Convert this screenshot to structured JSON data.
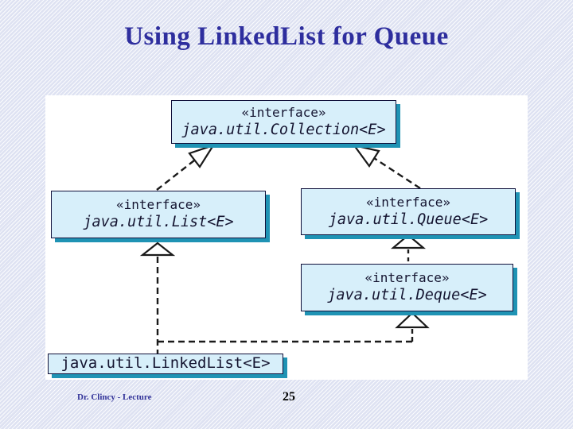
{
  "slide": {
    "title": "Using LinkedList for Queue",
    "footer": {
      "author": "Dr. Clincy - Lecture",
      "page_number": "25"
    }
  },
  "diagram": {
    "type": "uml-class-diagram",
    "nodes": {
      "collection": {
        "stereotype": "«interface»",
        "name": "java.util.Collection<E>"
      },
      "list": {
        "stereotype": "«interface»",
        "name": "java.util.List<E>"
      },
      "queue": {
        "stereotype": "«interface»",
        "name": "java.util.Queue<E>"
      },
      "deque": {
        "stereotype": "«interface»",
        "name": "java.util.Deque<E>"
      },
      "linkedlist": {
        "name": "java.util.LinkedList<E>"
      }
    },
    "edges": [
      {
        "from": "java.util.List<E>",
        "to": "java.util.Collection<E>",
        "relation": "extends",
        "style": "dashed-hollow-triangle"
      },
      {
        "from": "java.util.Queue<E>",
        "to": "java.util.Collection<E>",
        "relation": "extends",
        "style": "dashed-hollow-triangle"
      },
      {
        "from": "java.util.Deque<E>",
        "to": "java.util.Queue<E>",
        "relation": "extends",
        "style": "dashed-hollow-triangle"
      },
      {
        "from": "java.util.LinkedList<E>",
        "to": "java.util.List<E>",
        "relation": "implements",
        "style": "dashed-hollow-triangle"
      },
      {
        "from": "java.util.LinkedList<E>",
        "to": "java.util.Deque<E>",
        "relation": "implements",
        "style": "dashed-hollow-triangle"
      }
    ],
    "colors": {
      "node_fill": "#d7effa",
      "node_border": "#10103a",
      "node_shadow": "#1f93b4",
      "connector_line": "#1a1a1a",
      "title_text": "#2e2e9e",
      "footer_text": "#333399",
      "panel_background": "#ffffff",
      "slide_background": "#dfe3f2"
    }
  }
}
